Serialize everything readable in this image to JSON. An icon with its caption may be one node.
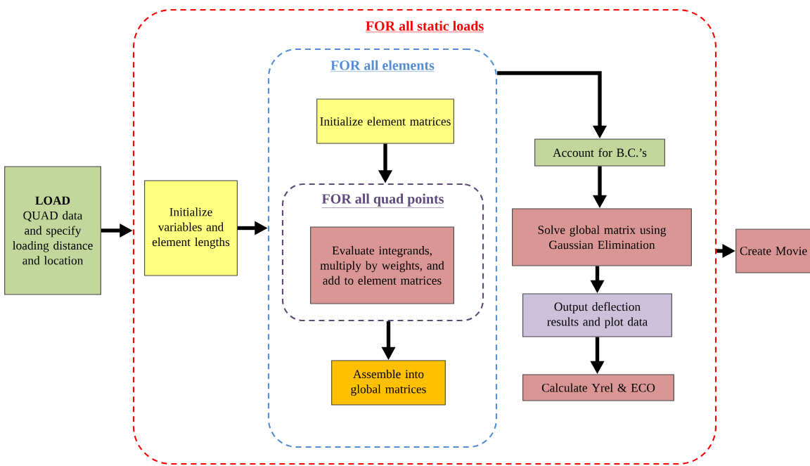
{
  "diagram": {
    "nodes": [
      {
        "text": [
          "LOAD",
          "QUAD data and specify loading distance and location"
        ]
      },
      {
        "text": [
          "FOR all static loads"
        ]
      },
      {
        "text": [
          "Initialize variables and element lengths"
        ],
        "in": 1
      },
      {
        "text": [
          "FOR all elements"
        ],
        "in": 1
      },
      {
        "text": [
          "Initialize element matrices"
        ],
        "in": 3
      },
      {
        "text": [
          "FOR all quad points"
        ],
        "in": 3
      },
      {
        "text": [
          "Evaluate integrands, multiply by weights, and add to element matrices"
        ],
        "in": 5
      },
      {
        "text": [
          "Assemble into global matrices"
        ],
        "in": 3
      },
      {
        "text": [
          "Account for B.C.’s"
        ],
        "in": 1
      },
      {
        "text": [
          "Solve global matrix using Gaussian Elimination"
        ],
        "in": 1
      },
      {
        "text": [
          "Output deflection results and plot data"
        ],
        "in": 1
      },
      {
        "text": [
          "Calculate Yrel & ECO"
        ],
        "in": 1
      },
      {
        "text": [
          "Create Movie"
        ]
      }
    ],
    "edges": [
      {
        "from": 0,
        "to": 1,
        "arrow": "to"
      },
      {
        "from": 2,
        "to": 3,
        "arrow": "to"
      },
      {
        "from": 3,
        "to": 8,
        "arrow": "to"
      },
      {
        "from": 4,
        "to": 5,
        "arrow": "to"
      },
      {
        "from": 5,
        "to": 7,
        "arrow": "to"
      },
      {
        "from": 8,
        "to": 9,
        "arrow": "to"
      },
      {
        "from": 9,
        "to": 10,
        "arrow": "to"
      },
      {
        "from": 10,
        "to": 11,
        "arrow": "to"
      },
      {
        "from": 1,
        "to": 12,
        "arrow": "to"
      }
    ]
  }
}
